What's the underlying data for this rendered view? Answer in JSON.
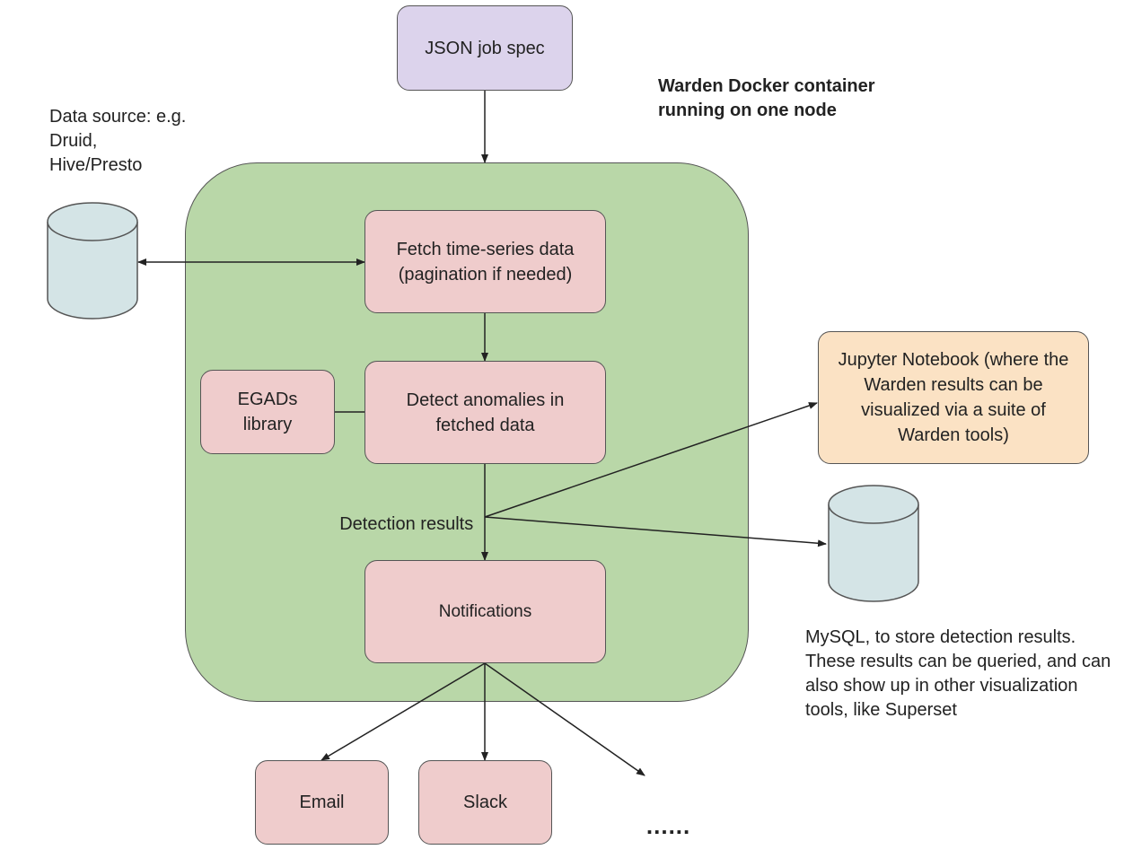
{
  "title": "Warden Docker container running on one node",
  "nodes": {
    "json_spec": "JSON job spec",
    "fetch": "Fetch time-series data (pagination if needed)",
    "egads": "EGADs library",
    "detect": "Detect anomalies in fetched data",
    "notifications": "Notifications",
    "jupyter": "Jupyter Notebook (where the Warden results can be visualized via a suite of Warden tools)",
    "email": "Email",
    "slack": "Slack",
    "ellipsis": "......"
  },
  "edge_labels": {
    "detection_results": "Detection results"
  },
  "annotations": {
    "data_source": "Data source: e.g. Druid, Hive/Presto",
    "mysql": "MySQL, to store detection results. These results can be queried, and can also show up in other visualization tools, like Superset"
  },
  "colors": {
    "container": "#b9d7a8",
    "process_box": "#efcccc",
    "input_box": "#dcd3ec",
    "output_box": "#fbe2c4",
    "database": "#d4e4e6"
  },
  "icons": [
    "database-cylinder-icon",
    "database-cylinder-icon"
  ]
}
